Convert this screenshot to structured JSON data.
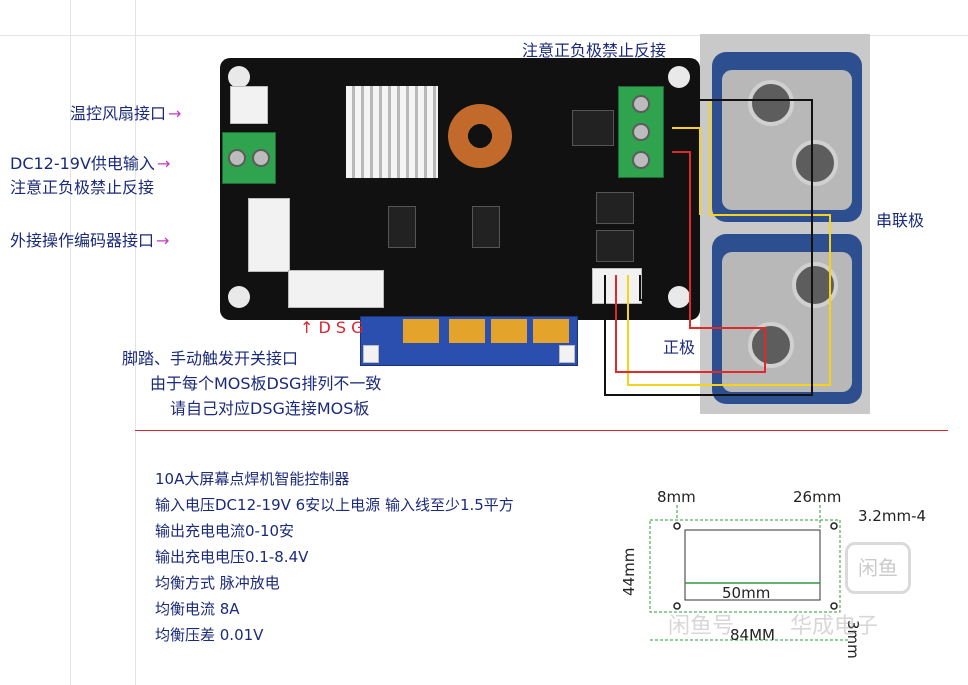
{
  "labels": {
    "fan_port": "温控风扇接口",
    "power_in_1": "DC12-19V供电输入",
    "power_in_2": "注意正负极禁止反接",
    "encoder_port": "外接操作编码器接口",
    "top_warning": "注意正负极禁止反接",
    "series_plate": "串联极",
    "positive": "正极",
    "dsg": "↑ D S G",
    "foot_switch": "脚踏、手动触发开关接口",
    "mos_note_1": "由于每个MOS板DSG排列不一致",
    "mos_note_2": "请自己对应DSG连接MOS板",
    "arrow": "→"
  },
  "specs": [
    "10A大屏幕点焊机智能控制器",
    "输入电压DC12-19V 6安以上电源 输入线至少1.5平方",
    "输出充电电流0-10安",
    "输出充电电压0.1-8.4V",
    "均衡方式 脉冲放电",
    "均衡电流 8A",
    "均衡压差 0.01V"
  ],
  "dimensions": {
    "left_offset": "8mm",
    "right_offset": "26mm",
    "hole": "3.2mm-4",
    "height": "44mm",
    "inner_width": "50mm",
    "total_width": "84MM",
    "right_side": "3mm"
  },
  "watermark": {
    "text_left": "闲鱼号",
    "text_right": "华成电子",
    "badge": "闲鱼"
  },
  "colors": {
    "label_blue": "#1b2a7a",
    "arrow_magenta": "#c43bc4",
    "divider_red": "#d9262e",
    "dim_green": "#2f9a3c",
    "wire_yellow": "#f5d21b",
    "wire_red": "#e0292b",
    "wire_black": "#111111",
    "pcb_black": "#111111",
    "terminal_green": "#2fa34e"
  }
}
